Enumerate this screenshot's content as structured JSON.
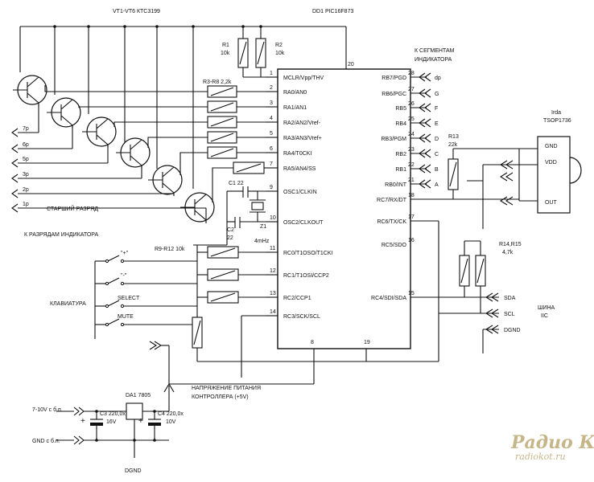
{
  "labels": {
    "transistors": "VT1-VT6 КТС3199",
    "mcu": "DD1 PIC16F873",
    "r1": "R1",
    "r1_val": "10k",
    "r2": "R2",
    "r2_val": "10k",
    "r3r8": "R3-R8 2,2k",
    "r9r12": "R9-R12 10k",
    "r13": "R13",
    "r13_val": "22k",
    "r1415": "R14,R15",
    "r1415_val": "4,7k",
    "c1": "C1 22",
    "c2": "C2",
    "c2_val": "22",
    "z1": "Z1",
    "z1_val": "4mHz",
    "segments_1": "К СЕГМЕНТАМ",
    "segments_2": "ИНДИКАТОРА",
    "irda_1": "Irda",
    "irda_2": "TSOP1736",
    "irda_gnd": "GND",
    "irda_vdd": "VDD",
    "irda_out": "OUT",
    "senior": "СТАРШИЙ РАЗРЯД",
    "to_digits": "К РАЗРЯДАМ ИНДИКАТОРА",
    "keyboard": "КЛАВИАТУРА",
    "key_plus": "\"+\"",
    "key_minus": "\"-\"",
    "key_select": "SELECT",
    "key_mute": "MUTE",
    "bus_sda": "SDA",
    "bus_scl": "SCL",
    "bus_dgnd": "DGND",
    "bus_1": "ШИНА",
    "bus_2": "IIC",
    "supply_1": "НАПРЯЖЕНИЕ ПИТАНИЯ",
    "supply_2": "КОНТРОЛЛЕРА (+5V)",
    "da1": "DA1 7805",
    "c3": "C3 220,0х",
    "c3_v": "16V",
    "c4": "C4 220,0х",
    "c4_v": "10V",
    "vin": "7-10V с б.п.",
    "gnd_in": "GND с б.п.",
    "dgnd": "DGND",
    "watermark_1": "Радио КОТ",
    "watermark_2": "radiokot.ru"
  },
  "digit_rows": [
    "7р",
    "6р",
    "5р",
    "3р",
    "2р",
    "1р"
  ],
  "pins_left": [
    {
      "num": "1",
      "name": "MCLR/Vpp/THV"
    },
    {
      "num": "2",
      "name": "RA0/AN0"
    },
    {
      "num": "3",
      "name": "RA1/AN1"
    },
    {
      "num": "4",
      "name": "RA2/AN2/Vref-"
    },
    {
      "num": "5",
      "name": "RA3/AN3/Vref+"
    },
    {
      "num": "6",
      "name": "RA4/T0CKI"
    },
    {
      "num": "7",
      "name": "RA5/AN4/SS"
    },
    {
      "num": "9",
      "name": "OSC1/CLKIN"
    },
    {
      "num": "10",
      "name": "OSC2/CLKOUT"
    },
    {
      "num": "11",
      "name": "RC0/T1OSO/T1CKI"
    },
    {
      "num": "12",
      "name": "RC1/T1OSI/CCP2"
    },
    {
      "num": "13",
      "name": "RC2/CCP1"
    },
    {
      "num": "14",
      "name": "RC3/SCK/SCL"
    }
  ],
  "pins_right": [
    {
      "num": "28",
      "name": "RB7/PGD",
      "tag": "dp"
    },
    {
      "num": "27",
      "name": "RB6/PGC",
      "tag": "G"
    },
    {
      "num": "26",
      "name": "RB5",
      "tag": "F"
    },
    {
      "num": "25",
      "name": "RB4",
      "tag": "E"
    },
    {
      "num": "24",
      "name": "RB3/PGM",
      "tag": "D"
    },
    {
      "num": "23",
      "name": "RB2",
      "tag": "C"
    },
    {
      "num": "22",
      "name": "RB1",
      "tag": "B"
    },
    {
      "num": "21",
      "name": "RB0/INT",
      "tag": "A"
    },
    {
      "num": "18",
      "name": "RC7/RX/DT",
      "tag": ""
    },
    {
      "num": "17",
      "name": "RC6/TX/CK",
      "tag": ""
    },
    {
      "num": "16",
      "name": "RC5/SDO",
      "tag": ""
    },
    {
      "num": "15",
      "name": "RC4/SDI/SDA",
      "tag": ""
    }
  ],
  "pins_misc": {
    "p20": "20",
    "p8": "8",
    "p19": "19"
  }
}
